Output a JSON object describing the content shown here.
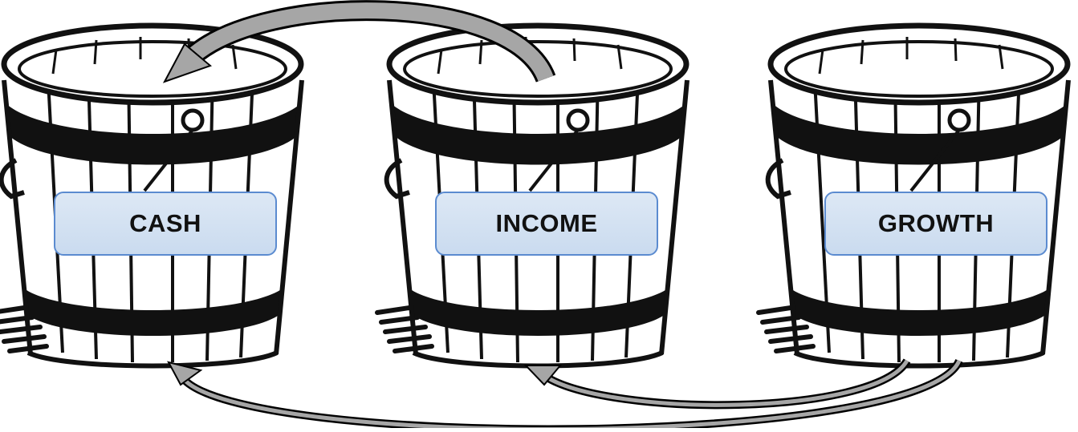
{
  "buckets": [
    {
      "label": "CASH"
    },
    {
      "label": "INCOME"
    },
    {
      "label": "GROWTH"
    }
  ],
  "colors": {
    "box_fill": "#d4e2f3",
    "box_border": "#5b8bd0",
    "bucket_ink": "#111111",
    "arrow_fill": "#a6a6a6",
    "arrow_stroke": "#000000"
  }
}
